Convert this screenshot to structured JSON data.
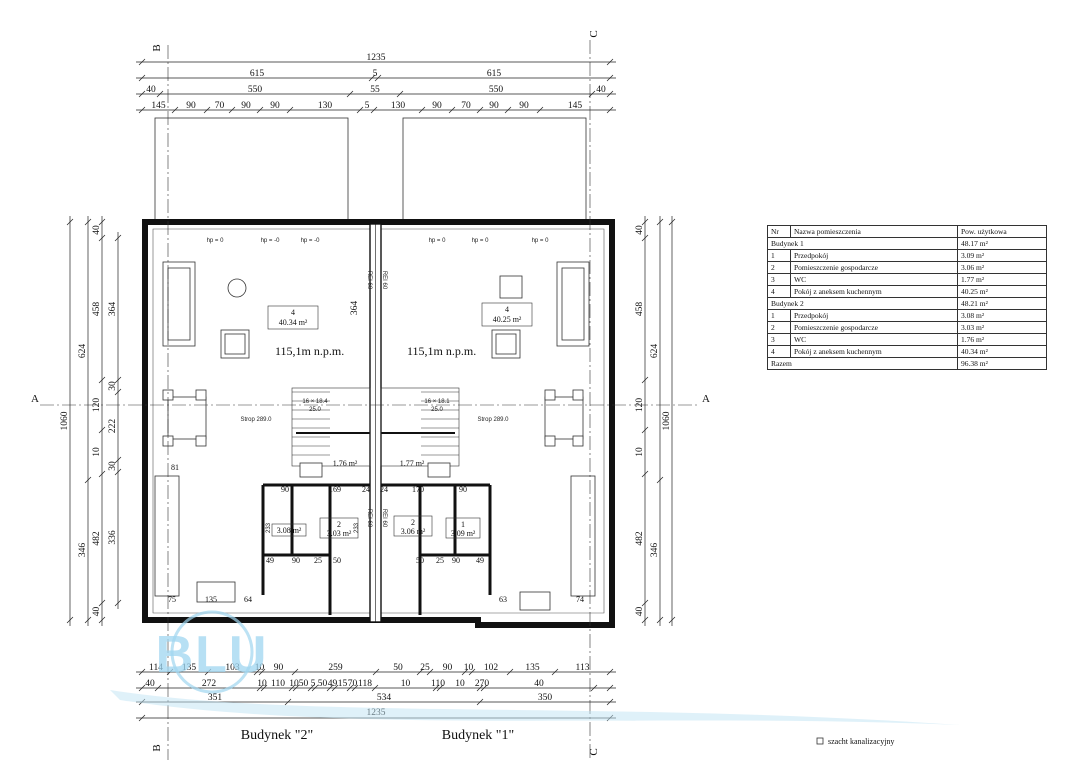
{
  "dims": {
    "top_total": "1235",
    "top_half": [
      "615",
      "5",
      "615"
    ],
    "top_row3": [
      "40",
      "550",
      "55",
      "550",
      "40"
    ],
    "top_row4": [
      "145",
      "90",
      "70",
      "90",
      "90",
      "130",
      "5",
      "130",
      "90",
      "70",
      "90",
      "90",
      "145"
    ],
    "bottom_row1": [
      "114",
      "135",
      "103",
      "10",
      "90",
      "259",
      "50",
      "25",
      "90",
      "10",
      "102",
      "135",
      "113"
    ],
    "bottom_row2": [
      "40",
      "272",
      "10",
      "110",
      "10",
      "50",
      "5",
      "50",
      "49",
      "15",
      "70",
      "118",
      "10",
      "110",
      "10",
      "270",
      "40"
    ],
    "bottom_row3": [
      "351",
      "534",
      "350"
    ],
    "bottom_total": "1235",
    "left_outer": [
      "1060"
    ],
    "left_mid": [
      "624",
      "346"
    ],
    "left_inner": [
      "40",
      "458",
      "120",
      "10",
      "482",
      "40"
    ],
    "left_detail": [
      "364",
      "30",
      "222",
      "30",
      "336"
    ],
    "right_outer": [
      "1060"
    ],
    "right_mid": [
      "624",
      "346"
    ],
    "right_inner": [
      "40",
      "458",
      "120",
      "10",
      "482",
      "40"
    ],
    "interior_364": "364",
    "interior_233_a": "233",
    "interior_233_b": "233"
  },
  "plan": {
    "room4_left_no": "4",
    "room4_left_area": "40.34 m²",
    "room4_right_no": "4",
    "room4_right_area": "40.25 m²",
    "level_left": "115,1m n.p.m.",
    "level_right": "115,1m n.p.m.",
    "strop_left": "Strop 289.0",
    "strop_right": "Strop 289.0",
    "stair_left": "16 × 18.4",
    "stair_left_sub": "25.0",
    "stair_right": "16 × 18.1",
    "stair_right_sub": "25.0",
    "wc_left_area": "1.76 m²",
    "wc_right_area": "1.77 m²",
    "room2_left_no": "2",
    "room2_left_area": "3.03 m²",
    "room2_right_no": "2",
    "room2_right_area": "3.06 m²",
    "room1_left_area": "3.08 m²",
    "room1_right_no": "1",
    "room1_right_area": "3.09 m²",
    "hp_labels": [
      "hp = 0",
      "hp = -0",
      "hp = -0",
      "hp = 0",
      "hp = 0",
      "hp = 0"
    ],
    "rei": "REI 60",
    "inner_dims_left": [
      "90",
      "169",
      "24",
      "81",
      "49",
      "90",
      "25",
      "50",
      "75",
      "135",
      "64"
    ],
    "inner_dims_right": [
      "24",
      "170",
      "90",
      "50",
      "25",
      "90",
      "49",
      "63",
      "74"
    ]
  },
  "section_marks": {
    "a": "A",
    "b": "B",
    "c": "C"
  },
  "captions": {
    "left": "Budynek \"2\"",
    "right": "Budynek \"1\""
  },
  "legend": {
    "label": "szacht kanalizacyjny"
  },
  "watermark": {
    "text": "BLU"
  },
  "table": {
    "header": [
      "Nr",
      "Nazwa pomieszczenia",
      "Pow. użytkowa"
    ],
    "rows": [
      [
        "Budynek 1",
        "",
        "48.17 m²"
      ],
      [
        "1",
        "Przedpokój",
        "3.09 m²"
      ],
      [
        "2",
        "Pomieszczenie gospodarcze",
        "3.06 m²"
      ],
      [
        "3",
        "WC",
        "1.77 m²"
      ],
      [
        "4",
        "Pokój z aneksem kuchennym",
        "40.25 m²"
      ],
      [
        "Budynek 2",
        "",
        "48.21 m²"
      ],
      [
        "1",
        "Przedpokój",
        "3.08 m²"
      ],
      [
        "2",
        "Pomieszczenie gospodarcze",
        "3.03 m²"
      ],
      [
        "3",
        "WC",
        "1.76 m²"
      ],
      [
        "4",
        "Pokój z aneksem kuchennym",
        "40.34 m²"
      ],
      [
        "Razem",
        "",
        "96.38 m²"
      ]
    ]
  }
}
